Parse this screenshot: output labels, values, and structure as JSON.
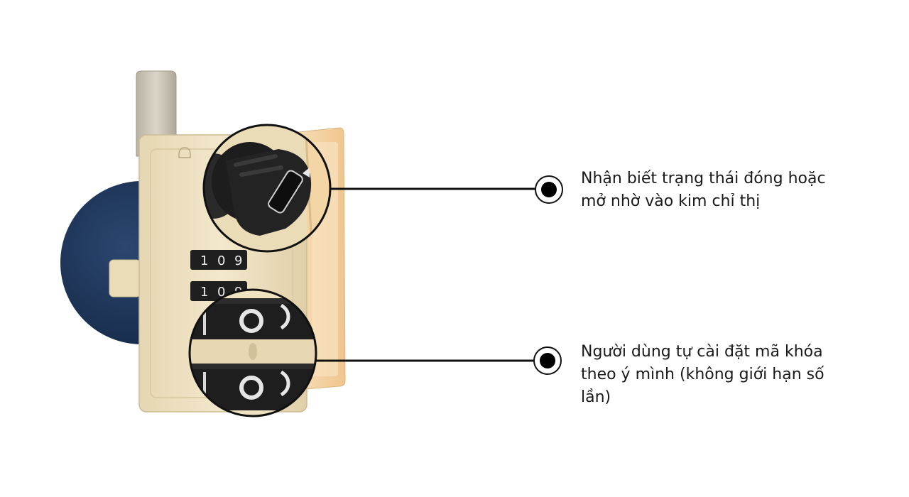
{
  "callouts": [
    {
      "text": "Nhận biết trạng thái đóng hoặc mở nhờ vào kim chỉ thị"
    },
    {
      "text": "Người dùng tự cài đặt mã khóa theo ý mình (không giới hạn số lần)"
    }
  ],
  "dial_digits": [
    "1",
    "0",
    "9"
  ],
  "colors": {
    "navy_disc": "#1f3557",
    "lock_body": "#efe3c2",
    "side_panel": "#f3d3a4",
    "knob": "#1d1d1d",
    "latch": "#c9c3b6",
    "callout_line": "#111111"
  }
}
